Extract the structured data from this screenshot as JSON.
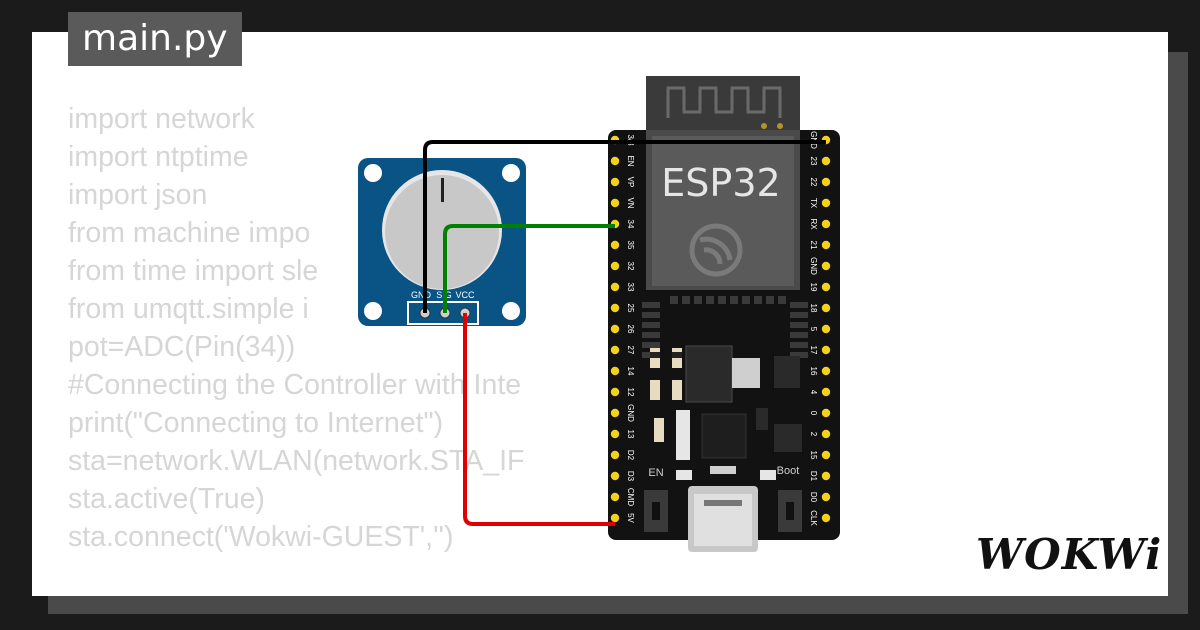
{
  "editor": {
    "file_tab": "main.py",
    "code_lines": [
      "import network",
      "import ntptime",
      "import json",
      "from machine impo",
      "from time import sle",
      "from umqtt.simple i",
      "pot=ADC(Pin(34))",
      "#Connecting the Controller with Inte",
      "print(\"Connecting to Internet\")",
      "sta=network.WLAN(network.STA_IF",
      "sta.active(True)",
      "sta.connect('Wokwi-GUEST','')"
    ]
  },
  "diagram": {
    "esp32": {
      "chip_label": "ESP32",
      "en_label": "EN",
      "boot_label": "Boot",
      "left_pins": [
        "3/3",
        "EN",
        "VP",
        "VN",
        "34",
        "35",
        "32",
        "33",
        "25",
        "26",
        "27",
        "14",
        "12",
        "GND",
        "13",
        "D2",
        "D3",
        "CMD",
        "5V"
      ],
      "right_pins": [
        "GND",
        "23",
        "22",
        "TX",
        "RX",
        "21",
        "GND",
        "19",
        "18",
        "5",
        "17",
        "16",
        "4",
        "0",
        "2",
        "15",
        "D1",
        "D0",
        "CLK"
      ]
    },
    "potentiometer": {
      "pin_labels": [
        "GND",
        "SIG",
        "VCC"
      ]
    },
    "wires": {
      "gnd_color": "#000000",
      "sig_color": "#008000",
      "vcc_color": "#e00000"
    }
  },
  "brand": {
    "logo_text": "WOKWi"
  }
}
